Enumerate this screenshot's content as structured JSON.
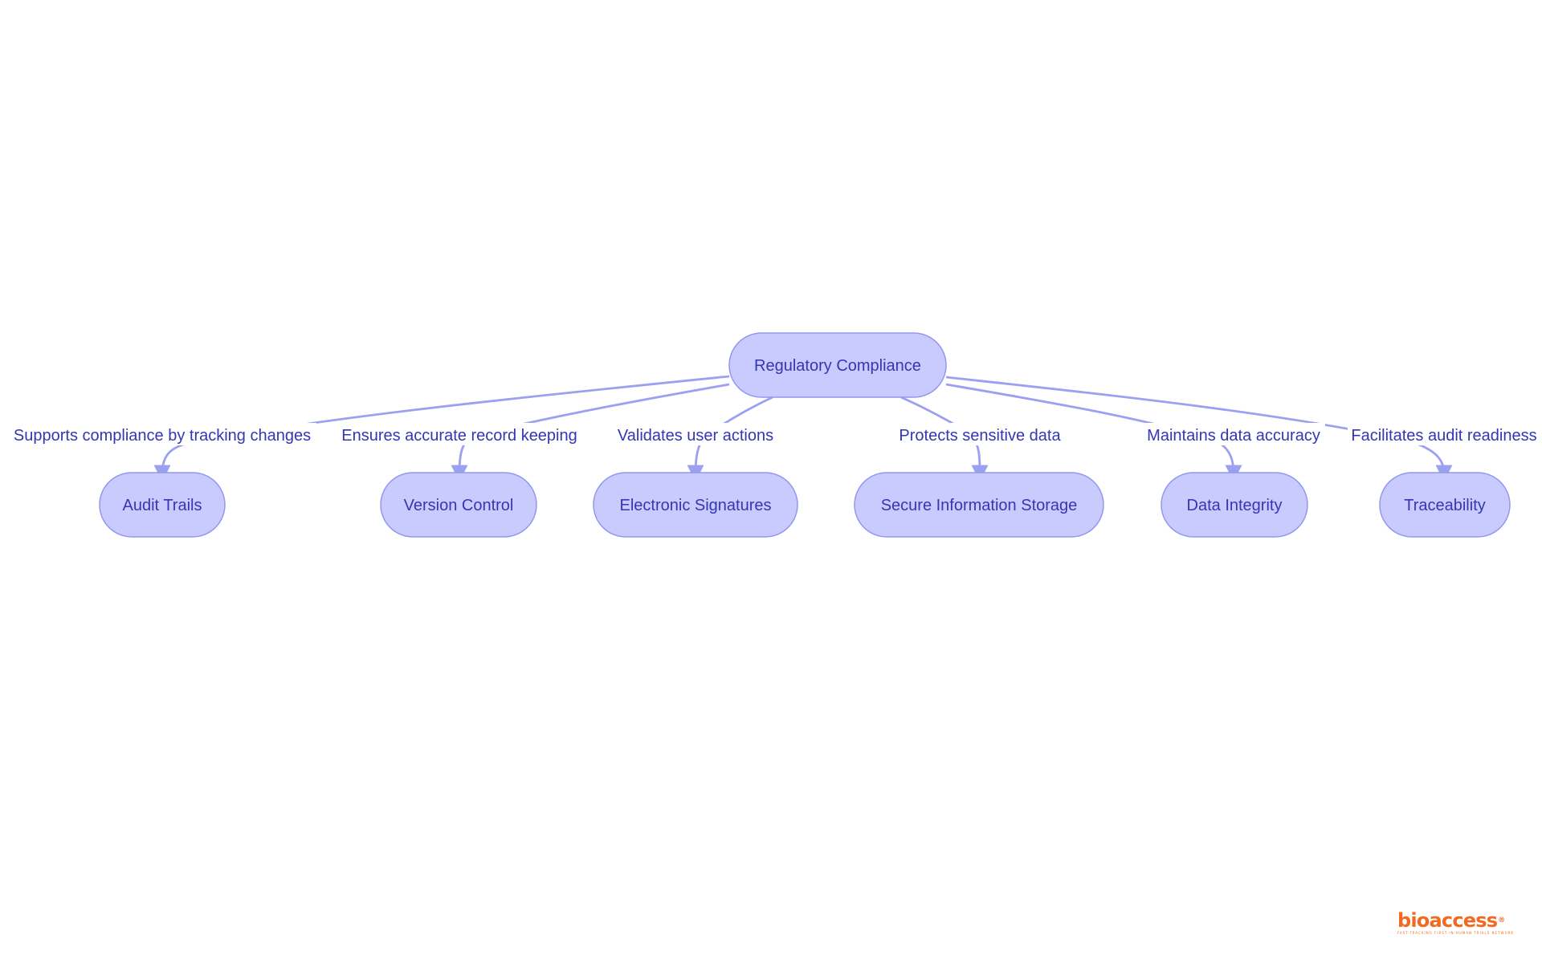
{
  "colors": {
    "node_fill": "#c9cbff",
    "node_stroke": "#9297ee",
    "edge": "#9ba0f0",
    "text": "#3436b3",
    "logo": "#f26a21"
  },
  "root": {
    "label": "Regulatory Compliance"
  },
  "children": [
    {
      "label": "Audit Trails",
      "edge_label": "Supports compliance by tracking changes"
    },
    {
      "label": "Version Control",
      "edge_label": "Ensures accurate record keeping"
    },
    {
      "label": "Electronic Signatures",
      "edge_label": "Validates user actions"
    },
    {
      "label": "Secure Information Storage",
      "edge_label": "Protects sensitive data"
    },
    {
      "label": "Data Integrity",
      "edge_label": "Maintains data accuracy"
    },
    {
      "label": "Traceability",
      "edge_label": "Facilitates audit readiness"
    }
  ],
  "logo": {
    "wordmark": "bioaccess",
    "registered": "®",
    "tagline": "FAST-TRACKING FIRST-IN-HUMAN TRIALS NETWORK"
  }
}
